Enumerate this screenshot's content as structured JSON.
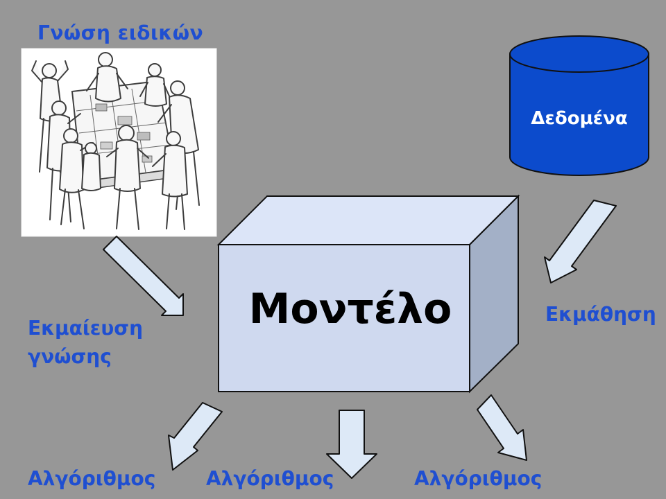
{
  "labels": {
    "expert_knowledge": "Γνώση ειδικών",
    "data": "Δεδομένα",
    "model": "Μοντέλο",
    "learning": "Εκμάθηση",
    "elicitation_line1": "Εκμαίευση",
    "elicitation_line2": "γνώσης",
    "algorithms": [
      "Αλγόριθμος",
      "Αλγόριθμος",
      "Αλγόριθμος"
    ]
  },
  "colors": {
    "background": "#979797",
    "label_blue": "#1f4fd1",
    "database_fill": "#0c4bcc",
    "box_front": "#cfd9ef",
    "box_top": "#dce5f8",
    "box_side": "#a3b0c7",
    "arrow_fill": "#dde9f7"
  },
  "icons": {
    "expert_picture": "expert-team-sketch-icon",
    "database": "database-cylinder-icon",
    "model_box": "3d-box-icon"
  }
}
